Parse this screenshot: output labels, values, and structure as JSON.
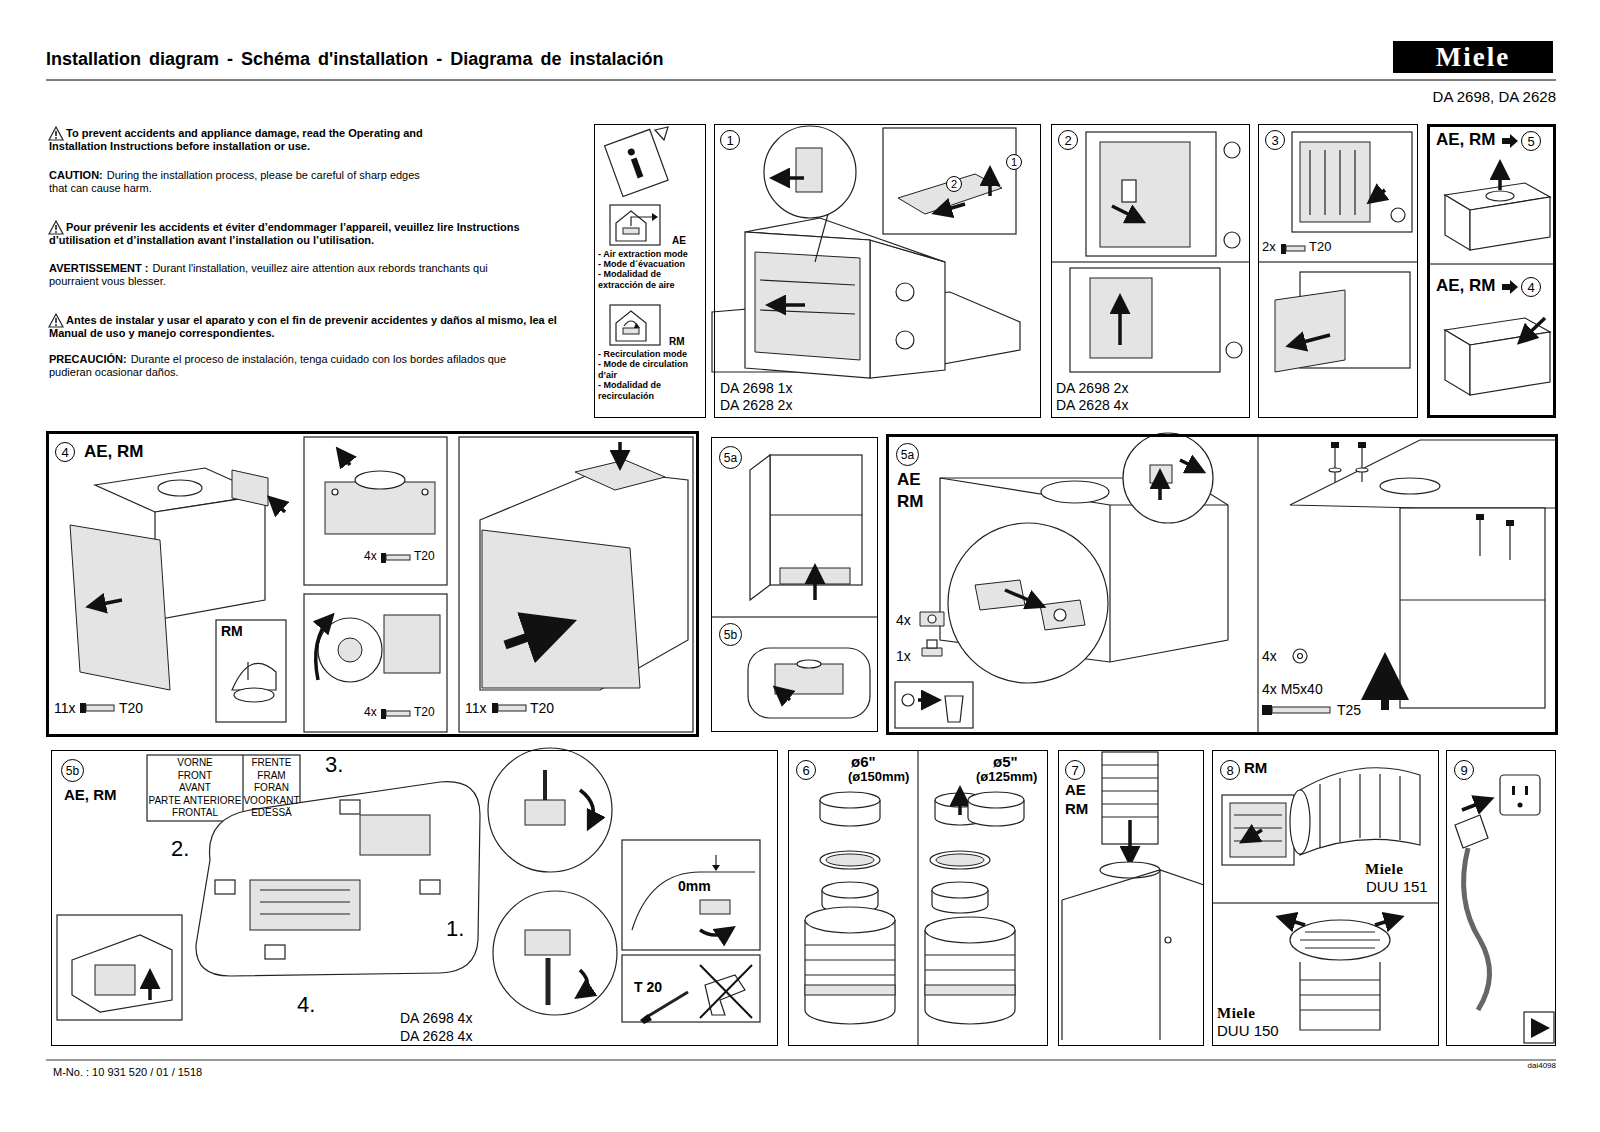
{
  "diagram": {
    "title": "Installation diagram - Schéma d'installation - Diagrama de instalación",
    "nodes": [
      {
        "text": [
          "AE",
          "- Air extraction mode",
          "- Mode d´évacuation",
          "- Modalidad de extracción de aire",
          "RM",
          "- Recirculation mode",
          "- Mode de circulation d’air",
          "- Modalidad de recirculación"
        ]
      },
      {
        "text": [
          "1",
          "1",
          "2",
          "DA 2698 1x",
          "DA 2628 2x"
        ]
      },
      {
        "text": [
          "2",
          "DA 2698 2x",
          "DA 2628 4x"
        ]
      },
      {
        "text": [
          "3",
          "2x",
          "T20"
        ]
      },
      {
        "text": [
          "AE, RM",
          "5",
          "AE, RM",
          "4"
        ]
      },
      {
        "text": [
          "4",
          "AE, RM",
          "4x",
          "T20",
          "RM",
          "11x",
          "T20",
          "4x",
          "T20",
          "11x",
          "T20"
        ]
      },
      {
        "text": [
          "5a",
          "5b"
        ]
      },
      {
        "text": [
          "5a",
          "AE",
          "RM",
          "4x",
          "1x",
          "4x",
          "4x M5x40",
          "T25"
        ]
      },
      {
        "text": [
          "5b",
          "AE, RM",
          "VORNE",
          "FRENTE",
          "FRONT",
          "FRAM",
          "AVANT",
          "FORAN",
          "PARTE ANTERIORE",
          "VOORKANT",
          "FRONTAL",
          "EDESSÄ",
          "3.",
          "2.",
          "1.",
          "4.",
          "0mm",
          "T 20",
          "DA 2698 4x",
          "DA 2628 4x"
        ]
      },
      {
        "text": [
          "6",
          "ø6\"",
          "(ø150mm)",
          "ø5\"",
          "(ø125mm)"
        ]
      },
      {
        "text": [
          "7",
          "AE",
          "RM"
        ]
      },
      {
        "text": [
          "8",
          "RM",
          "Miele",
          "DUU 151",
          "Miele",
          "DUU 150"
        ]
      },
      {
        "text": [
          "9"
        ]
      }
    ],
    "labels": [
      "Miele",
      "DA 2698, DA 2628",
      "To prevent accidents and appliance damage, read the Operating and Installation Instructions before installation or use.",
      "CAUTION:",
      "During the installation process, please be careful of sharp edges that can cause harm.",
      "Pour prévenir les accidents et éviter d’endommager l’appareil, veuillez lire Instructions d’utilisation et d’installation avant l’installation ou l’utilisation.",
      "AVERTISSEMENT :",
      "Durant l'installation, veuillez aire attention aux rebords tranchants qui pourraient vous blesser.",
      "Antes de instalar y usar el aparato y con el fin de prevenir accidentes y daños al mismo, lea el Manual de uso y manejo correspondientes.",
      "PRECAUCIÓN:",
      "Durante el proceso de instalación, tenga cuidado con los bordes afilados que pudieran ocasionar daños.",
      "M-No. : 10 931 520 / 01 / 1518",
      "dai4098"
    ]
  }
}
